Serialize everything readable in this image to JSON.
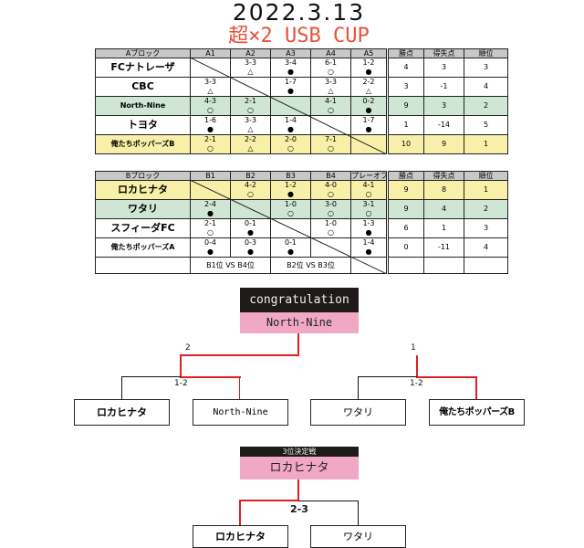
{
  "title": {
    "date": "2022.3.13",
    "event": "超×2 USB CUP"
  },
  "block_a": {
    "headers": [
      "Aブロック",
      "A1",
      "A2",
      "A3",
      "A4",
      "A5",
      "勝点",
      "得失点",
      "順位"
    ],
    "rows": [
      {
        "team": "FCナトレーザ",
        "hl": "",
        "cells": [
          null,
          {
            "score": "3-3",
            "mark": "△"
          },
          {
            "score": "3-4",
            "mark": "●"
          },
          {
            "score": "6-1",
            "mark": "○"
          },
          {
            "score": "1-2",
            "mark": "●"
          }
        ],
        "points": "4",
        "diff": "3",
        "rank": "3"
      },
      {
        "team": "CBC",
        "hl": "",
        "cells": [
          {
            "score": "3-3",
            "mark": "△"
          },
          null,
          {
            "score": "1-7",
            "mark": "●"
          },
          {
            "score": "3-3",
            "mark": "△"
          },
          {
            "score": "2-2",
            "mark": "△"
          }
        ],
        "points": "3",
        "diff": "-1",
        "rank": "4"
      },
      {
        "team": "North-Nine",
        "hl": "green",
        "cells": [
          {
            "score": "4-3",
            "mark": "○"
          },
          {
            "score": "2-1",
            "mark": "○"
          },
          null,
          {
            "score": "4-1",
            "mark": "○"
          },
          {
            "score": "0-2",
            "mark": "●"
          }
        ],
        "points": "9",
        "diff": "3",
        "rank": "2"
      },
      {
        "team": "トヨタ",
        "hl": "",
        "cells": [
          {
            "score": "1-6",
            "mark": "●"
          },
          {
            "score": "3-3",
            "mark": "△"
          },
          {
            "score": "1-4",
            "mark": "●"
          },
          null,
          {
            "score": "1-7",
            "mark": "●"
          }
        ],
        "points": "1",
        "diff": "-14",
        "rank": "5"
      },
      {
        "team": "俺たちポッパーズB",
        "hl": "yellow",
        "cells": [
          {
            "score": "2-1",
            "mark": "○"
          },
          {
            "score": "2-2",
            "mark": "△"
          },
          {
            "score": "2-0",
            "mark": "○"
          },
          {
            "score": "7-1",
            "mark": "○"
          },
          null
        ],
        "points": "10",
        "diff": "9",
        "rank": "1"
      }
    ]
  },
  "block_b": {
    "headers": [
      "Bブロック",
      "B1",
      "B2",
      "B3",
      "B4",
      "プレーオフ",
      "勝点",
      "得失点",
      "順位"
    ],
    "rows": [
      {
        "team": "ロカヒナタ",
        "hl": "yellow",
        "cells": [
          null,
          {
            "score": "4-2",
            "mark": "○"
          },
          {
            "score": "1-2",
            "mark": "●"
          },
          {
            "score": "4-0",
            "mark": "○"
          },
          {
            "score": "4-1",
            "mark": "○"
          }
        ],
        "points": "9",
        "diff": "8",
        "rank": "1"
      },
      {
        "team": "ワタリ",
        "hl": "green",
        "cells": [
          {
            "score": "2-4",
            "mark": "●"
          },
          null,
          {
            "score": "1-0",
            "mark": "○"
          },
          {
            "score": "3-0",
            "mark": "○"
          },
          {
            "score": "3-1",
            "mark": "○"
          }
        ],
        "points": "9",
        "diff": "4",
        "rank": "2"
      },
      {
        "team": "スフィーダFC",
        "hl": "",
        "cells": [
          {
            "score": "2-1",
            "mark": "○"
          },
          {
            "score": "0-1",
            "mark": "●"
          },
          null,
          {
            "score": "1-0",
            "mark": "○"
          },
          {
            "score": "1-3",
            "mark": "●"
          }
        ],
        "points": "6",
        "diff": "1",
        "rank": "3"
      },
      {
        "team": "俺たちポッパーズA",
        "hl": "",
        "cells": [
          {
            "score": "0-4",
            "mark": "●"
          },
          {
            "score": "0-3",
            "mark": "●"
          },
          {
            "score": "0-1",
            "mark": "●"
          },
          null,
          {
            "score": "1-4",
            "mark": "●"
          }
        ],
        "points": "0",
        "diff": "-11",
        "rank": "4"
      }
    ],
    "playoff_pairs": [
      "B1位 VS B4位",
      "B2位 VS B3位"
    ]
  },
  "final": {
    "header": "congratulation",
    "champion": "North-Nine",
    "left": {
      "score_top": "2",
      "score_semi": "1-2",
      "team1": "ロカヒナタ",
      "team2": "North-Nine"
    },
    "right": {
      "score_top": "1",
      "score_semi": "1-2",
      "team1": "ワタリ",
      "team2": "俺たちポッパーズB"
    }
  },
  "third_place": {
    "header": "3位決定戦",
    "winner": "ロカヒナタ",
    "score": "2-3",
    "team1": "ロカヒナタ",
    "team2": "ワタリ"
  },
  "colors": {
    "accent_red": "#e8503a",
    "line_red": "#e02020",
    "green": "#cfe6d4",
    "yellow": "#f8f0a8",
    "pink": "#f0a8c4"
  }
}
